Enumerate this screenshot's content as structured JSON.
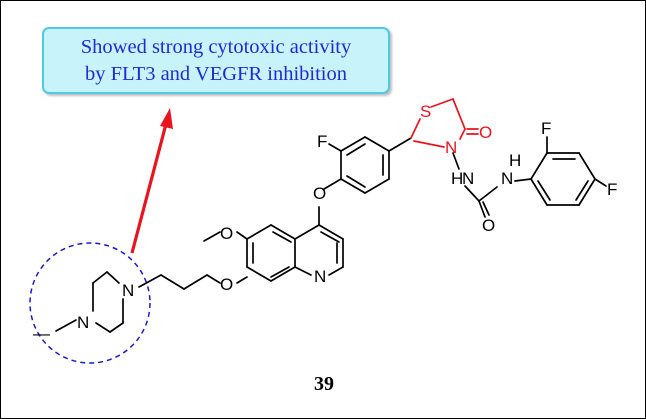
{
  "callout": {
    "line1": "Showed strong cytotoxic activity",
    "line2": "by FLT3 and VEGFR inhibition"
  },
  "compound_number": "39",
  "atoms": {
    "fluorine": "F",
    "oxygen": "O",
    "nitrogen": "N",
    "sulfur": "S",
    "nh": "H",
    "n_of_nh": "N",
    "hn_h": "H",
    "hn_n": "N"
  },
  "colors": {
    "bond": "#000000",
    "thiazolidinone": "#e8141e",
    "arrow": "#e8141e",
    "dashed_circle": "#1a1ac8",
    "callout_fill": "#c9f3fb",
    "callout_border": "#4ec9e8",
    "callout_text": "#1f2bd1"
  }
}
